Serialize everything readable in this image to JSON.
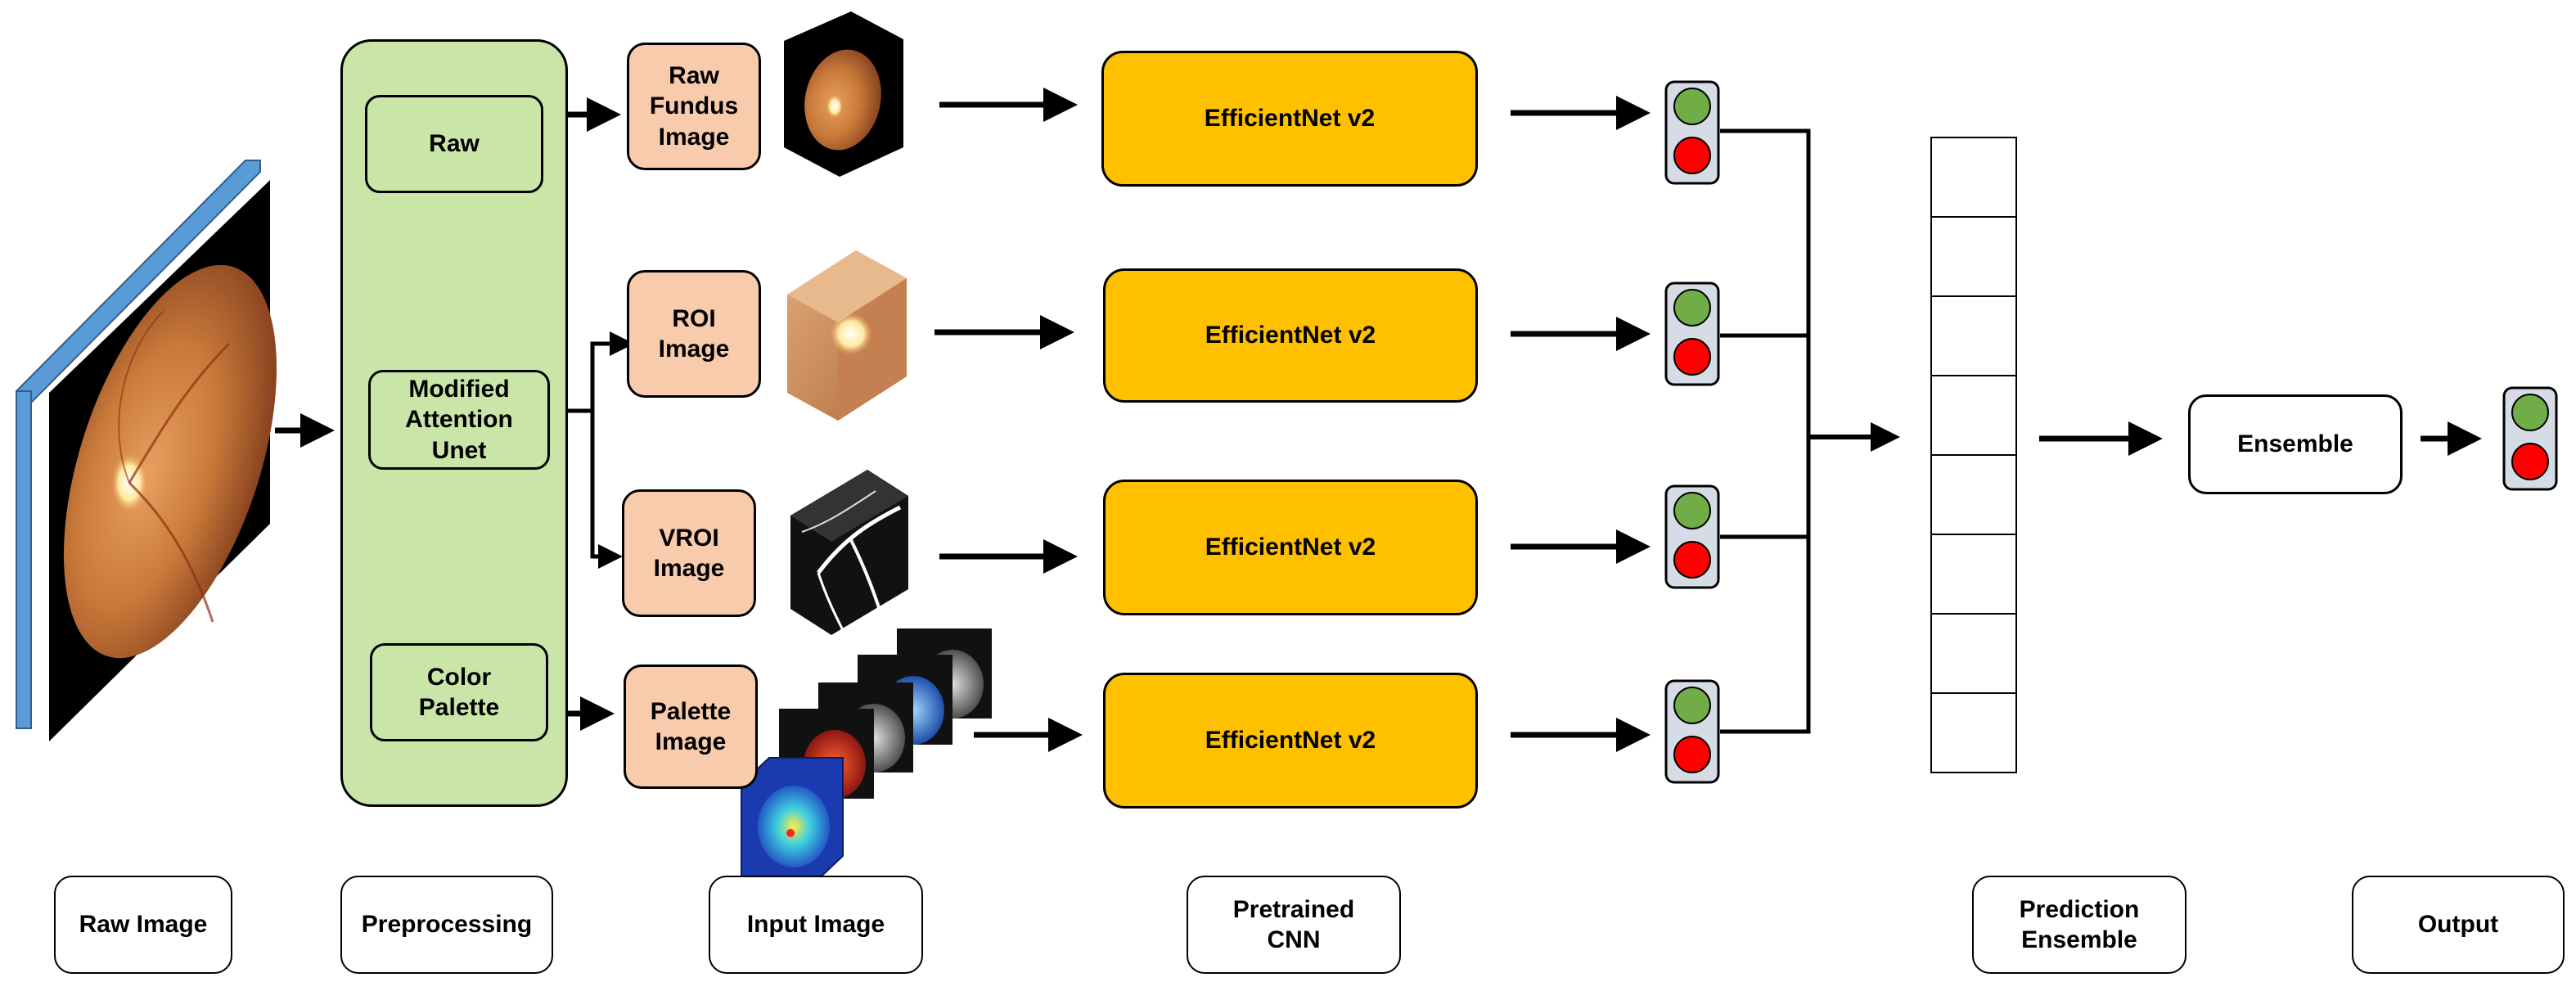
{
  "preprocessing": {
    "raw": "Raw",
    "unet": "Modified\nAttention\nUnet",
    "palette": "Color\nPalette"
  },
  "inputs": {
    "raw_fundus": "Raw\nFundus\nImage",
    "roi": "ROI\nImage",
    "vroi": "VROI\nImage",
    "palette": "Palette\nImage"
  },
  "cnn": {
    "label_1": "EfficientNet v2",
    "label_2": "EfficientNet v2",
    "label_3": "EfficientNet v2",
    "label_4": "EfficientNet v2"
  },
  "ensemble": {
    "label": "Ensemble"
  },
  "stages": {
    "raw_image": "Raw Image",
    "preprocessing": "Preprocessing",
    "input_image": "Input Image",
    "pretrained_cnn": "Pretrained\nCNN",
    "prediction_ensemble": "Prediction\nEnsemble",
    "output": "Output"
  },
  "colors": {
    "preprocessing_fill": "#c9e6a8",
    "input_fill": "#f8cbad",
    "cnn_fill": "#ffc000",
    "signal_green": "#70ad47",
    "signal_red": "#ff0000",
    "signal_body": "#d6dce5",
    "slab_blue": "#5b9bd5"
  }
}
